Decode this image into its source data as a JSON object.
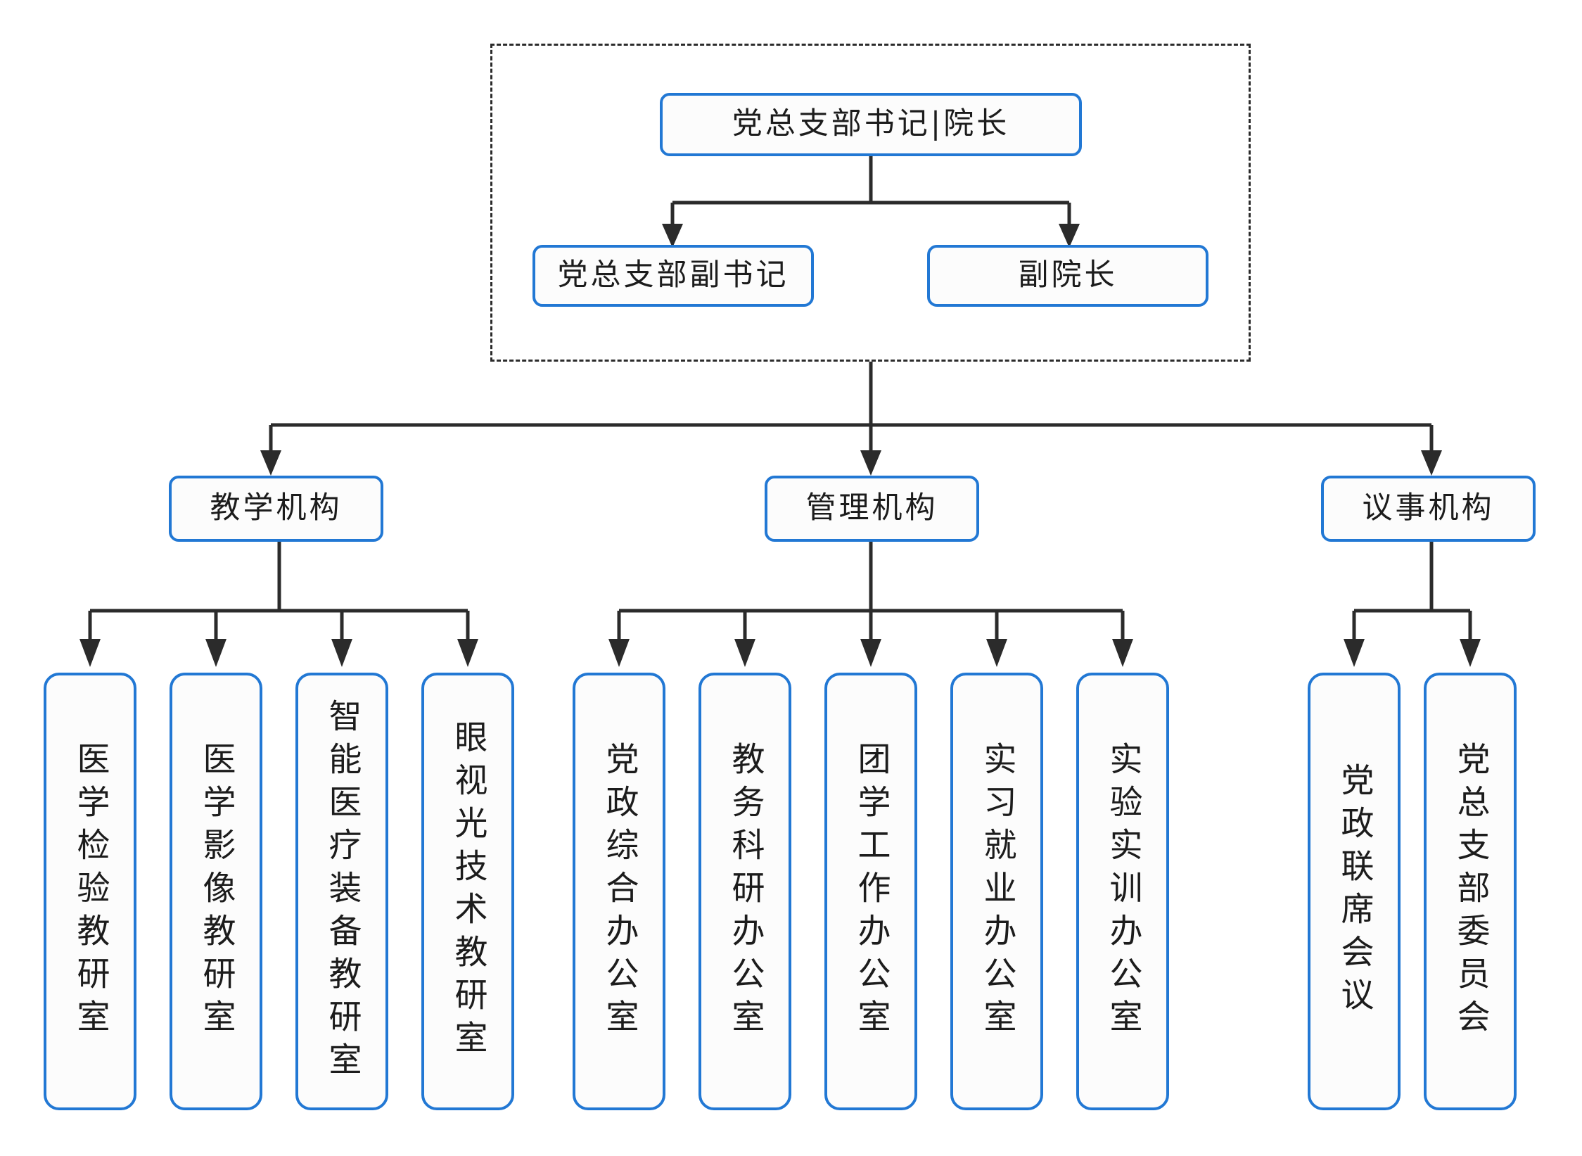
{
  "diagram": {
    "title_node": {
      "label": "党总支部书记|院长"
    },
    "deputies": [
      {
        "label": "党总支部副书记"
      },
      {
        "label": "副院长"
      }
    ],
    "branches": [
      {
        "label": "教学机构",
        "children": [
          {
            "label": "医学检验教研室"
          },
          {
            "label": "医学影像教研室"
          },
          {
            "label": "智能医疗装备教研室"
          },
          {
            "label": "眼视光技术教研室"
          }
        ]
      },
      {
        "label": "管理机构",
        "children": [
          {
            "label": "党政综合办公室"
          },
          {
            "label": "教务科研办公室"
          },
          {
            "label": "团学工作办公室"
          },
          {
            "label": "实习就业办公室"
          },
          {
            "label": "实验实训办公室"
          }
        ]
      },
      {
        "label": "议事机构",
        "children": [
          {
            "label": "党政联席会议"
          },
          {
            "label": "党总支部委员会"
          }
        ]
      }
    ],
    "colors": {
      "node_border": "#2278d4",
      "connector": "#2b2b2b",
      "text": "#1c1c1c",
      "background": "#ffffff"
    }
  }
}
